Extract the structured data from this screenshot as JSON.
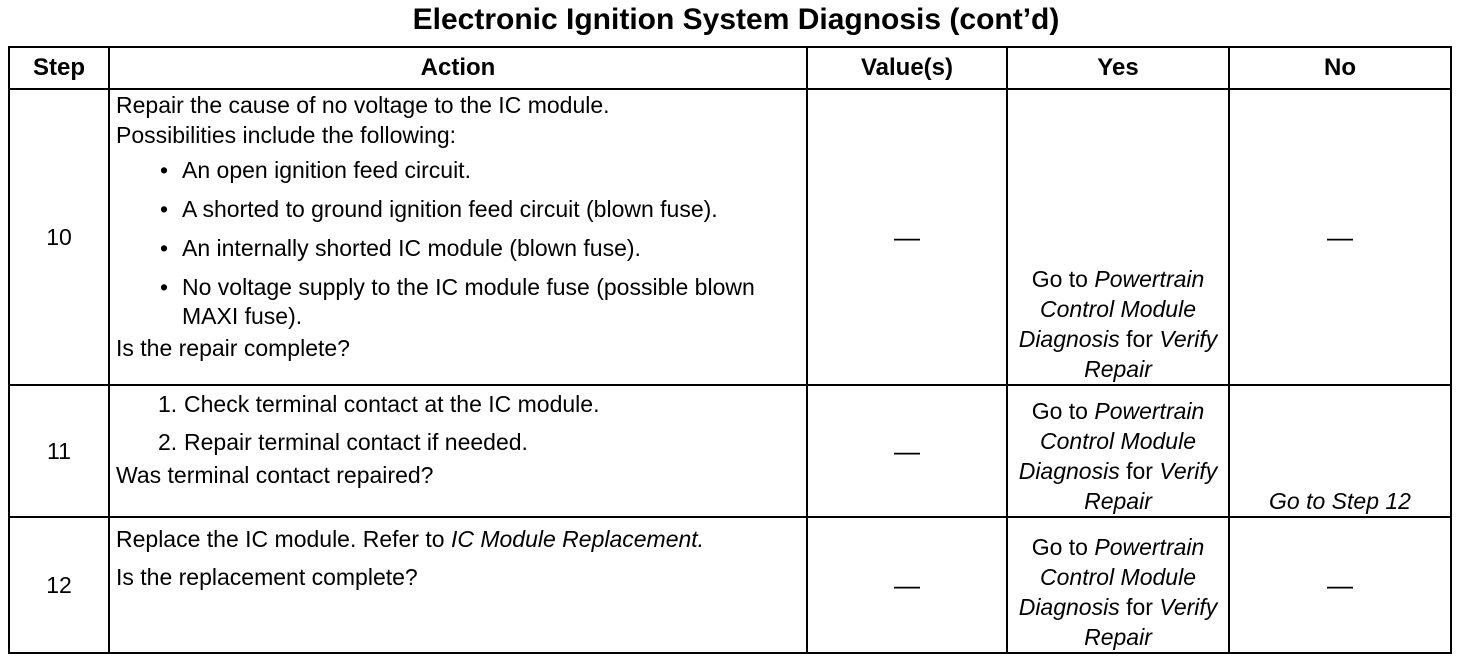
{
  "title": "Electronic Ignition System Diagnosis (cont’d)",
  "headers": {
    "step": "Step",
    "action": "Action",
    "values": "Value(s)",
    "yes": "Yes",
    "no": "No"
  },
  "rows": [
    {
      "step": "10",
      "intro": [
        "Repair the cause of no voltage to the IC module.",
        "Possibilities include the following:"
      ],
      "bullets": [
        "An open ignition feed circuit.",
        "A shorted to ground ignition feed circuit (blown fuse).",
        "An internally shorted IC module (blown fuse).",
        "No voltage supply to the IC module fuse (possible blown MAXI fuse)."
      ],
      "question": "Is the repair complete?",
      "value": "—",
      "yes": {
        "go_to": "Go to",
        "link1": "Powertrain Control Module Diagnosis",
        "for": "for",
        "link2": "Verify Repair"
      },
      "no": "—"
    },
    {
      "step": "11",
      "steps": [
        {
          "n": "1.",
          "text": "Check terminal contact at the IC module."
        },
        {
          "n": "2.",
          "text": "Repair terminal contact if needed."
        }
      ],
      "question": "Was terminal contact repaired?",
      "value": "—",
      "yes": {
        "go_to": "Go to",
        "link1": "Powertrain Control Module Diagnosis",
        "for": "for",
        "link2": "Verify Repair"
      },
      "no": "Go to Step 12"
    },
    {
      "step": "12",
      "text_prefix": "Replace the IC module. Refer to",
      "text_link": "IC Module Replacement.",
      "question": "Is the replacement complete?",
      "value": "—",
      "yes": {
        "go_to": "Go to",
        "link1": "Powertrain Control Module Diagnosis",
        "for": "for",
        "link2": "Verify Repair"
      },
      "no": "—"
    }
  ]
}
